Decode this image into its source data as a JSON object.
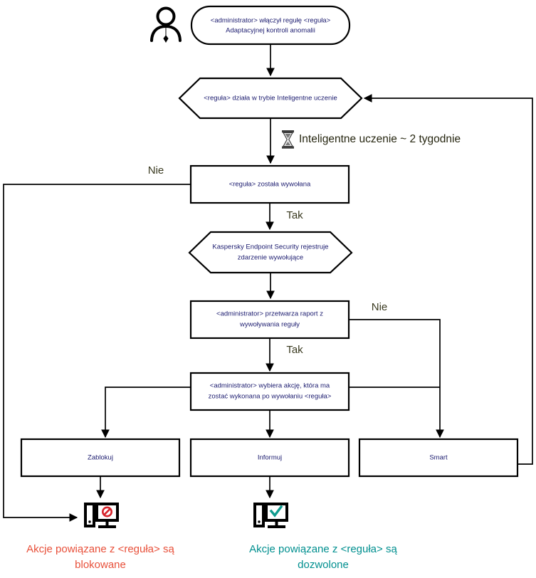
{
  "diagram": {
    "title": "Adaptacyjna kontrola anomalii - schemat dzialania reguly",
    "colors": {
      "node_text": "#1a1a6e",
      "edge_label": "#3a3a20",
      "blocked": "#e8503a",
      "allowed": "#008f8f",
      "outline": "#000000"
    },
    "actor": {
      "icon": "person-icon",
      "label": ""
    },
    "nodes": [
      {
        "id": "start",
        "shape": "rounded-rectangle",
        "lines": [
          "<administrator> włączył regułę <reguła>",
          "Adaptacyjnej kontroli anomalii"
        ]
      },
      {
        "id": "smart-mode",
        "shape": "hexagon",
        "lines": [
          "<reguła> działa w trybie Inteligentne uczenie"
        ]
      },
      {
        "id": "rule-triggered",
        "shape": "rectangle",
        "lines": [
          "<reguła> została wywołana"
        ]
      },
      {
        "id": "kes-logs",
        "shape": "hexagon",
        "lines": [
          "Kaspersky Endpoint Security rejestruje",
          "zdarzenie wywołujące"
        ]
      },
      {
        "id": "admin-report",
        "shape": "rectangle",
        "lines": [
          "<administrator> przetwarza raport z",
          "wywoływania reguły"
        ]
      },
      {
        "id": "admin-action",
        "shape": "rectangle",
        "lines": [
          "<administrator> wybiera akcję, która ma",
          "zostać wykonana po wywołaniu <reguła>"
        ]
      },
      {
        "id": "block",
        "shape": "rectangle",
        "lines": [
          "Zablokuj"
        ]
      },
      {
        "id": "inform",
        "shape": "rectangle",
        "lines": [
          "Informuj"
        ]
      },
      {
        "id": "smart",
        "shape": "rectangle",
        "lines": [
          "Smart"
        ]
      }
    ],
    "notes": [
      {
        "id": "learning-note",
        "icon": "hourglass-icon",
        "text": "Inteligentne uczenie ~ 2 tygodnie"
      }
    ],
    "edge_labels": [
      {
        "id": "no-triggered",
        "text": "Nie"
      },
      {
        "id": "yes-triggered",
        "text": "Tak"
      },
      {
        "id": "no-report",
        "text": "Nie"
      },
      {
        "id": "yes-report",
        "text": "Tak"
      }
    ],
    "outcomes": [
      {
        "id": "blocked",
        "icon": "monitor-blocked-icon",
        "lines": [
          "Akcje powiązane z <reguła> są",
          "blokowane"
        ],
        "color": "#e8503a"
      },
      {
        "id": "allowed",
        "icon": "monitor-allowed-icon",
        "lines": [
          "Akcje powiązane z <reguła> są",
          "dozwolone"
        ],
        "color": "#008f8f"
      }
    ]
  }
}
